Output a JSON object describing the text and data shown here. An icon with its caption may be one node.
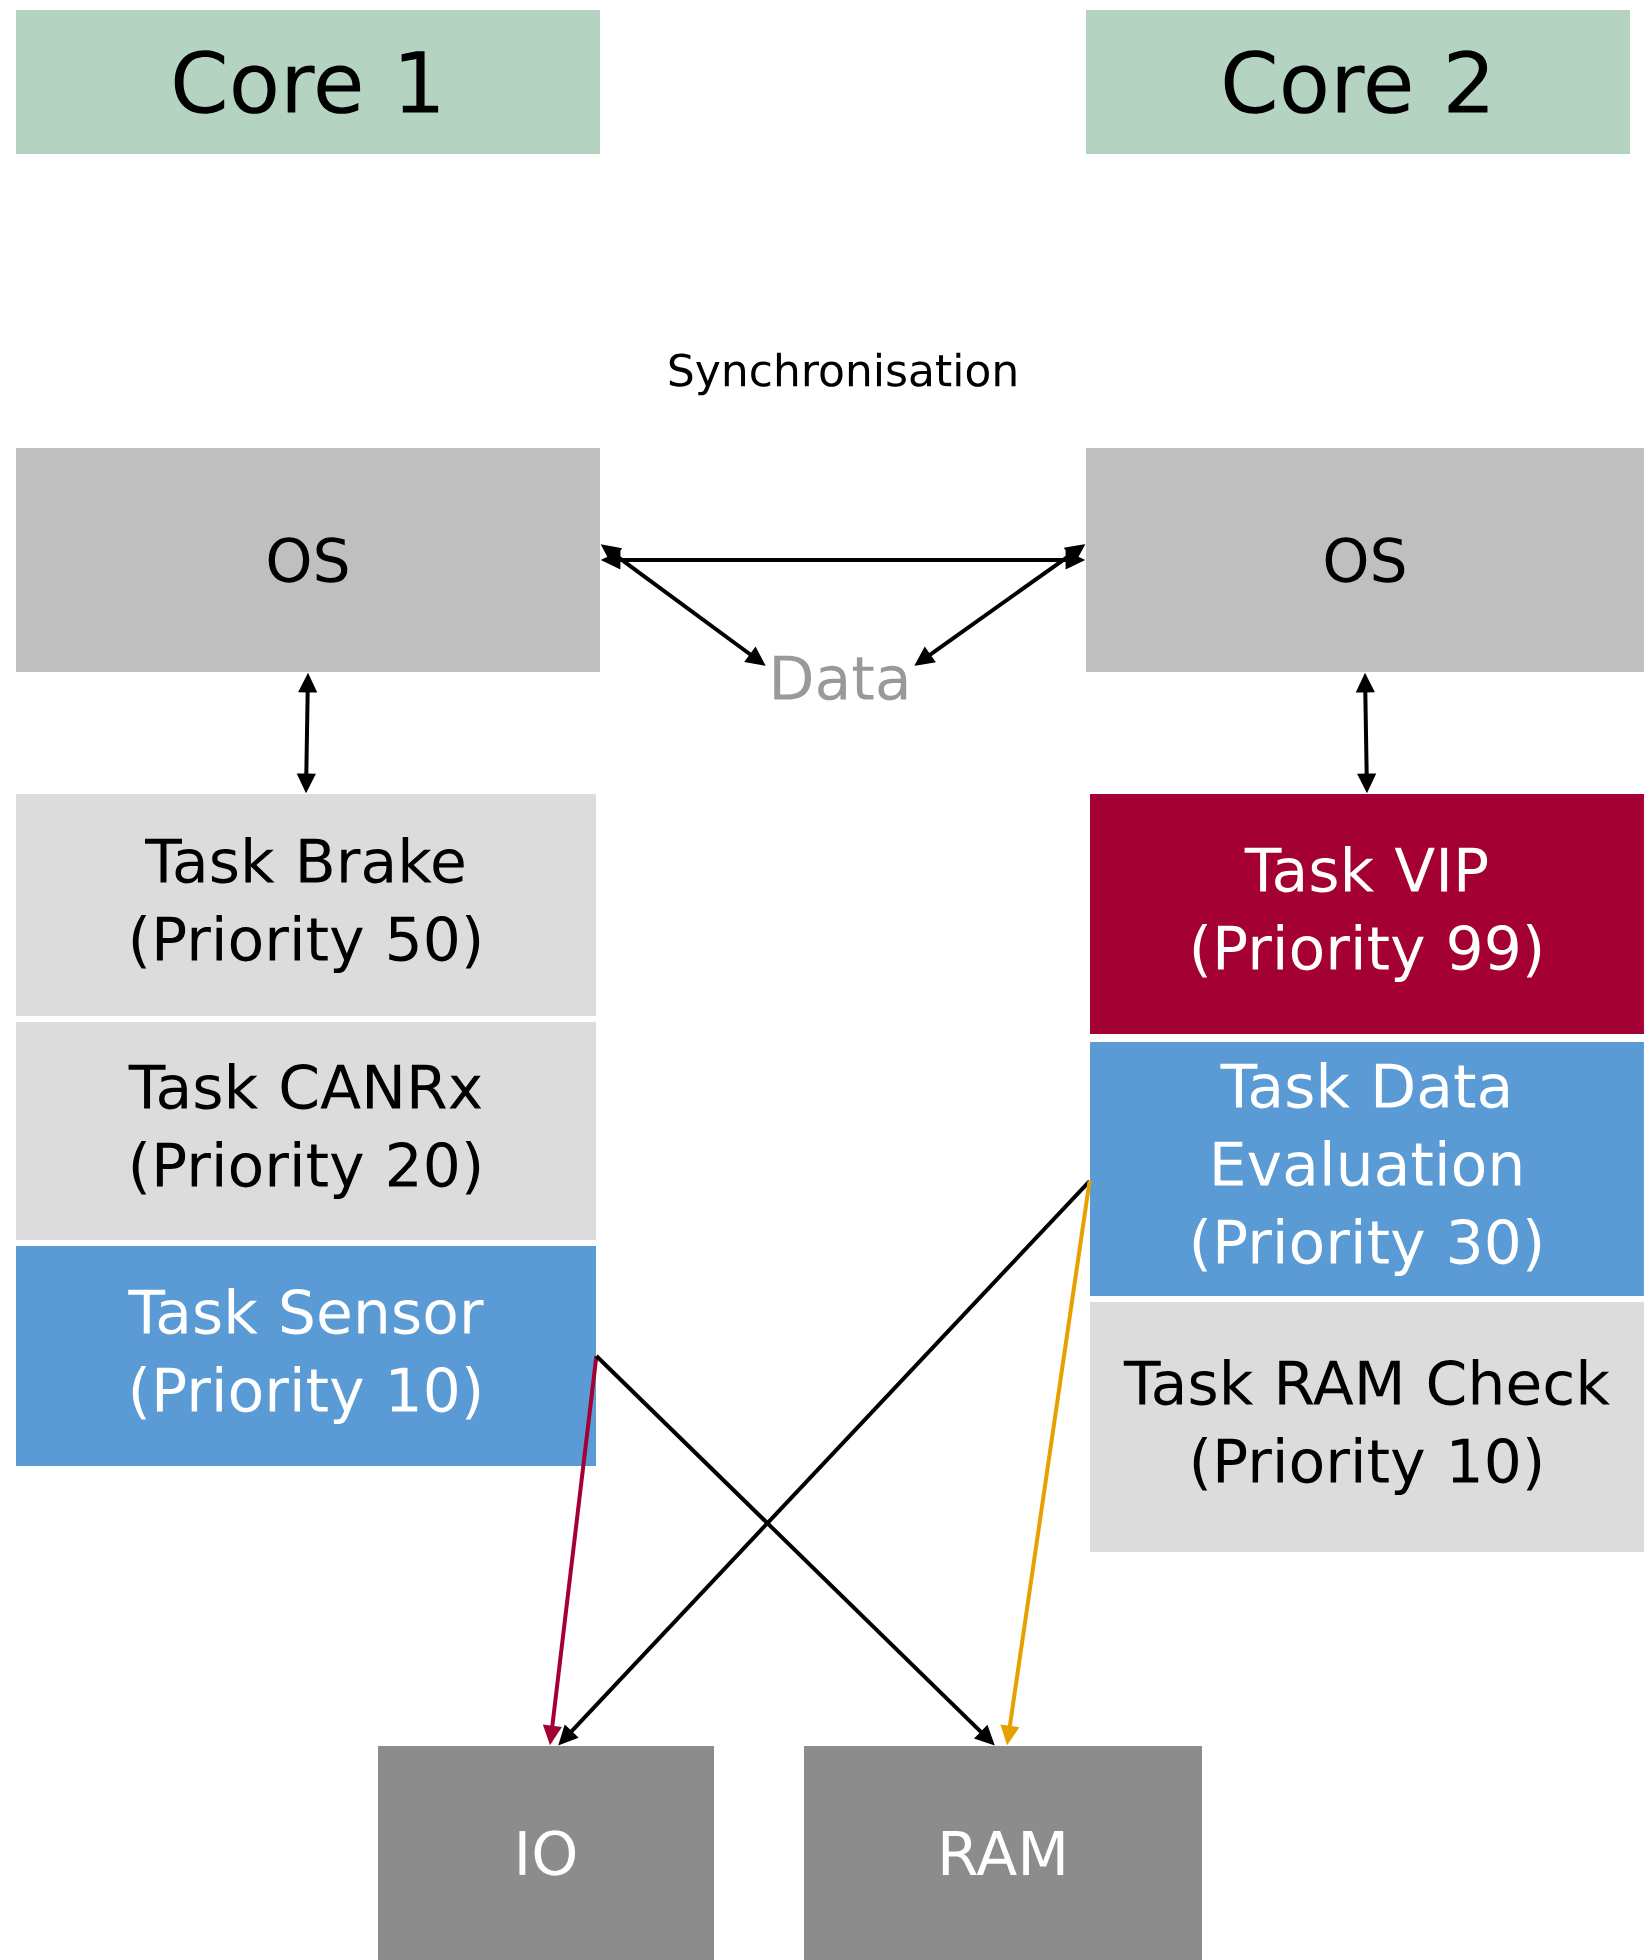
{
  "diagram": {
    "nodes": [
      {
        "text": [
          "Core 1"
        ]
      },
      {
        "text": [
          "Core 2"
        ]
      },
      {
        "text": [
          "OS"
        ]
      },
      {
        "text": [
          "OS"
        ]
      },
      {
        "text": [
          "Task Brake (Priority 50)"
        ]
      },
      {
        "text": [
          "Task CANRx (Priority 20)"
        ]
      },
      {
        "text": [
          "Task Sensor (Priority 10)"
        ]
      },
      {
        "text": [
          "Task VIP (Priority 99)"
        ]
      },
      {
        "text": [
          "Task Data Evaluation (Priority 30)"
        ]
      },
      {
        "text": [
          "Task RAM Check (Priority 10)"
        ]
      },
      {
        "text": [
          "IO"
        ]
      },
      {
        "text": [
          "RAM"
        ]
      },
      {
        "text": [
          "Data"
        ]
      }
    ],
    "edges": [
      {
        "from": 2,
        "to": 3,
        "arrow": "both",
        "label": "Synchronisation"
      },
      {
        "from": 2,
        "to": 12,
        "arrow": "both"
      },
      {
        "from": 3,
        "to": 12,
        "arrow": "both"
      },
      {
        "from": 2,
        "to": 4,
        "arrow": "both"
      },
      {
        "from": 3,
        "to": 7,
        "arrow": "both"
      },
      {
        "from": 6,
        "to": 10,
        "arrow": "to",
        "color": "#a50034"
      },
      {
        "from": 6,
        "to": 11,
        "arrow": "to"
      },
      {
        "from": 8,
        "to": 10,
        "arrow": "to"
      },
      {
        "from": 8,
        "to": 11,
        "arrow": "to",
        "color": "#e8a000"
      }
    ]
  }
}
